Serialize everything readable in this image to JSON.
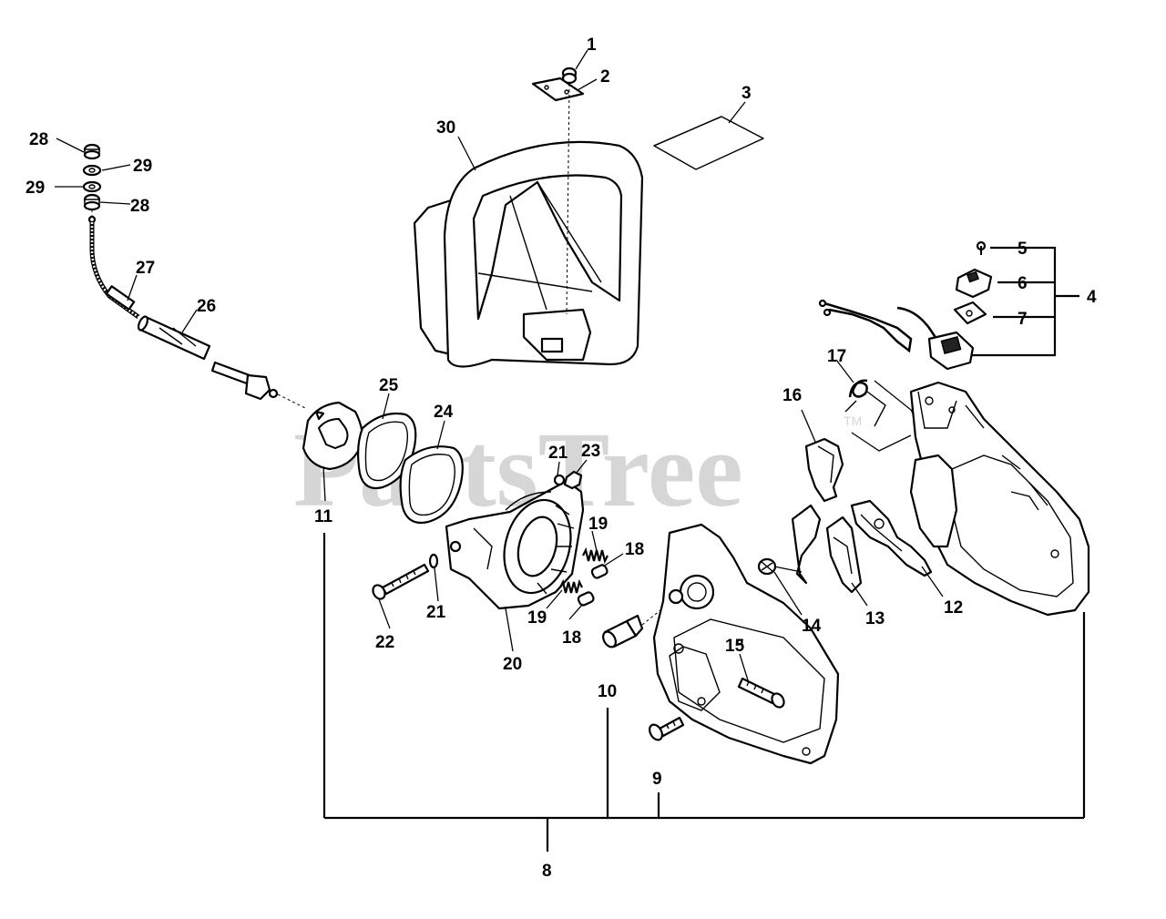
{
  "watermark": {
    "text": "PartsTree",
    "tm": "TM"
  },
  "callouts": {
    "c1": "1",
    "c2": "2",
    "c3": "3",
    "c4": "4",
    "c5": "5",
    "c6": "6",
    "c7": "7",
    "c8": "8",
    "c9": "9",
    "c10": "10",
    "c11": "11",
    "c12": "12",
    "c13": "13",
    "c14": "14",
    "c15": "15",
    "c16": "16",
    "c17": "17",
    "c18a": "18",
    "c18b": "18",
    "c19a": "19",
    "c19b": "19",
    "c20": "20",
    "c21a": "21",
    "c21b": "21",
    "c22": "22",
    "c23": "23",
    "c24": "24",
    "c25": "25",
    "c26": "26",
    "c27": "27",
    "c28a": "28",
    "c28b": "28",
    "c29a": "29",
    "c29b": "29",
    "c30": "30"
  }
}
